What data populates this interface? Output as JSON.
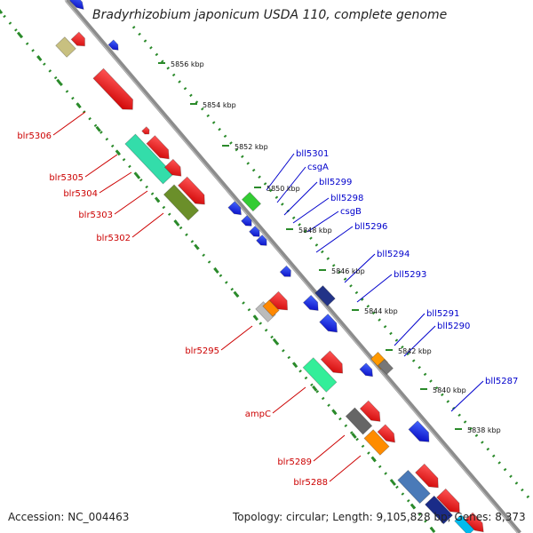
{
  "title": "Bradyrhizobium japonicum USDA 110, complete genome",
  "accession": "Accession: NC_004463",
  "topology": "Topology: circular; Length: 9,105,828 bp; Genes: 8,373",
  "colors": {
    "backbone": "#909090",
    "plus_strand_label": "#cc0000",
    "minus_strand_label": "#0000cc",
    "ticks": "#2a8a2a"
  },
  "scale_ticks": [
    "5856 kbp",
    "5854 kbp",
    "5852 kbp",
    "5850 kbp",
    "5848 kbp",
    "5846 kbp",
    "5844 kbp",
    "5842 kbp",
    "5840 kbp",
    "5838 kbp"
  ],
  "plus_strand_genes": [
    "blr5306",
    "blr5305",
    "blr5304",
    "blr5303",
    "blr5302",
    "blr5295",
    "ampC",
    "blr5289",
    "blr5288"
  ],
  "minus_strand_genes": [
    "bll5301",
    "csgA",
    "bll5299",
    "bll5298",
    "csgB",
    "bll5296",
    "bll5294",
    "bll5293",
    "bll5291",
    "bll5290",
    "bll5287"
  ]
}
